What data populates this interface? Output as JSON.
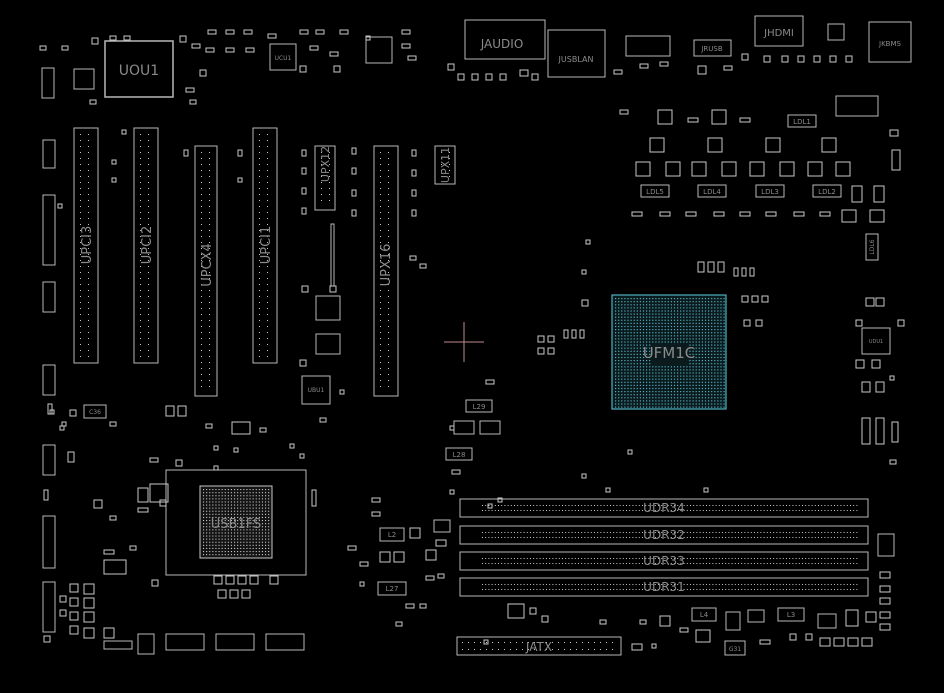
{
  "colors": {
    "background": "#000000",
    "outline": "#b8b8b8",
    "pad": "#c8c8c8",
    "label": "#8a8a8a",
    "cpu_ball": "#4fb0c0",
    "cursor": "#c08a8a"
  },
  "components": {
    "uou1": "UOU1",
    "ucu1": "UCU1",
    "jaudio": "JAUDIO",
    "jusblan": "JUSBLAN",
    "jrusb": "JRUSB",
    "jhdmi": "JHDMI",
    "jkbms": "JKBMS",
    "jatx": "JATX",
    "ldl1": "LDL1",
    "ldl2": "LDL2",
    "ldl3": "LDL3",
    "ldl4": "LDL4",
    "ldl5": "LDL5",
    "ldl6": "LDL6",
    "upci1": "UPCI1",
    "upci2": "UPCI2",
    "upci3": "UPCI3",
    "upcx4": "UPCX4",
    "upx12": "UPX12",
    "upx16": "UPX16",
    "upx11": "UPX11",
    "ufm1c": "UFM1C",
    "usb1fs": "USB1FS",
    "udr34": "UDR34",
    "udr32": "UDR32",
    "udr33": "UDR33",
    "udr31": "UDR31",
    "l2": "L2",
    "l3": "L3",
    "l4": "L4",
    "l27": "L27",
    "l28": "L28",
    "l29": "L29",
    "c36": "C36",
    "g31": "G31",
    "ubu1": "UBU1",
    "udu1": "UDU1"
  }
}
